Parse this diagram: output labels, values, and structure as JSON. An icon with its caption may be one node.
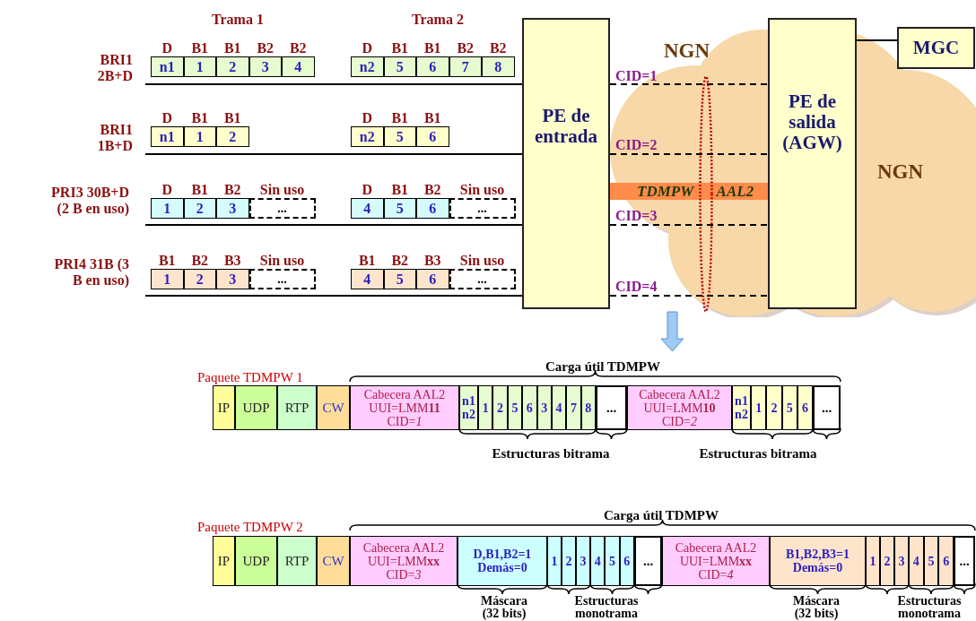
{
  "diagram": {
    "nodes": [
      {
        "text": [
          "D",
          "n1"
        ]
      },
      {
        "text": [
          "B1",
          "1"
        ]
      },
      {
        "text": [
          "B1",
          "2"
        ]
      },
      {
        "text": [
          "B2",
          "3"
        ]
      },
      {
        "text": [
          "B2",
          "4"
        ]
      },
      {
        "text": [
          "D",
          "n2"
        ]
      },
      {
        "text": [
          "B1",
          "5"
        ]
      },
      {
        "text": [
          "B1",
          "6"
        ]
      },
      {
        "text": [
          "B2",
          "7"
        ]
      },
      {
        "text": [
          "B2",
          "8"
        ]
      },
      {
        "text": [
          "D",
          "n1"
        ]
      },
      {
        "text": [
          "B1",
          "1"
        ]
      },
      {
        "text": [
          "B1",
          "2"
        ]
      },
      {
        "text": [
          "D",
          "n2"
        ]
      },
      {
        "text": [
          "B1",
          "5"
        ]
      },
      {
        "text": [
          "B1",
          "6"
        ]
      },
      {
        "text": [
          "D",
          "1"
        ]
      },
      {
        "text": [
          "B1",
          "2"
        ]
      },
      {
        "text": [
          "B2",
          "3"
        ]
      },
      {
        "text": [
          "Sin uso",
          "..."
        ]
      },
      {
        "text": [
          "D",
          "4"
        ]
      },
      {
        "text": [
          "B1",
          "5"
        ]
      },
      {
        "text": [
          "B2",
          "6"
        ]
      },
      {
        "text": [
          "Sin uso",
          "..."
        ]
      },
      {
        "text": [
          "B1",
          "1"
        ]
      },
      {
        "text": [
          "B2",
          "2"
        ]
      },
      {
        "text": [
          "B3",
          "3"
        ]
      },
      {
        "text": [
          "Sin uso",
          "..."
        ]
      },
      {
        "text": [
          "B1",
          "4"
        ]
      },
      {
        "text": [
          "B2",
          "5"
        ]
      },
      {
        "text": [
          "B3",
          "6"
        ]
      },
      {
        "text": [
          "Sin uso",
          "..."
        ]
      },
      {
        "text": [
          "PE de entrada"
        ]
      },
      {
        "text": [
          "NGN",
          "NGN"
        ]
      },
      {
        "text": [
          "PE de salida (AGW)"
        ],
        "in": 33
      },
      {
        "text": [
          "MGC"
        ],
        "in": 33
      },
      {
        "text": [
          "TDMPW AAL2"
        ],
        "in": 33
      },
      {
        "text": [
          "IP"
        ]
      },
      {
        "text": [
          "UDP"
        ]
      },
      {
        "text": [
          "RTP"
        ]
      },
      {
        "text": [
          "CW"
        ]
      },
      {
        "text": [
          "Cabecera AAL2",
          "UUI=LMM**11**",
          "CID=*1*"
        ]
      },
      {
        "text": [
          "n1 n2"
        ]
      },
      {
        "text": [
          "1"
        ]
      },
      {
        "text": [
          "2"
        ]
      },
      {
        "text": [
          "5"
        ]
      },
      {
        "text": [
          "6"
        ]
      },
      {
        "text": [
          "3"
        ]
      },
      {
        "text": [
          "4"
        ]
      },
      {
        "text": [
          "7"
        ]
      },
      {
        "text": [
          "8"
        ]
      },
      {
        "text": [
          "..."
        ]
      },
      {
        "text": [
          "Cabecera AAL2",
          "UUI=LMM**10**",
          "CID=*2*"
        ]
      },
      {
        "text": [
          "n1 n2"
        ]
      },
      {
        "text": [
          "1"
        ]
      },
      {
        "text": [
          "2"
        ]
      },
      {
        "text": [
          "5"
        ]
      },
      {
        "text": [
          "6"
        ]
      },
      {
        "text": [
          "..."
        ]
      },
      {
        "text": [
          "IP"
        ]
      },
      {
        "text": [
          "UDP"
        ]
      },
      {
        "text": [
          "RTP"
        ]
      },
      {
        "text": [
          "CW"
        ]
      },
      {
        "text": [
          "Cabecera AAL2",
          "UUI=LMM**xx**",
          "CID=*3*"
        ]
      },
      {
        "text": [
          "D,B1,B2=1 Demás=0"
        ]
      },
      {
        "text": [
          "1"
        ]
      },
      {
        "text": [
          "2"
        ]
      },
      {
        "text": [
          "3"
        ]
      },
      {
        "text": [
          "4"
        ]
      },
      {
        "text": [
          "5"
        ]
      },
      {
        "text": [
          "6"
        ]
      },
      {
        "text": [
          "..."
        ]
      },
      {
        "text": [
          "Cabecera AAL2",
          "UUI=LMM**xx**",
          "CID=*4*"
        ]
      },
      {
        "text": [
          "B1,B2,B3=1 Demás=0"
        ]
      },
      {
        "text": [
          "1"
        ]
      },
      {
        "text": [
          "2"
        ]
      },
      {
        "text": [
          "3"
        ]
      },
      {
        "text": [
          "4"
        ]
      },
      {
        "text": [
          "5"
        ]
      },
      {
        "text": [
          "6"
        ]
      },
      {
        "text": [
          "..."
        ]
      },
      {
        "text": [],
        "shape": "ellipse",
        "in": 33
      }
    ],
    "edges": [
      {
        "from": 0,
        "to": 32,
        "arrow": "none"
      },
      {
        "from": 10,
        "to": 32,
        "arrow": "none"
      },
      {
        "from": 16,
        "to": 32,
        "arrow": "none"
      },
      {
        "from": 24,
        "to": 32,
        "arrow": "none"
      },
      {
        "from": 32,
        "to": 34,
        "arrow": "none",
        "label": "CID=1",
        "style": "dashed"
      },
      {
        "from": 32,
        "to": 34,
        "arrow": "none",
        "label": "CID=2",
        "style": "dashed"
      },
      {
        "from": 32,
        "to": 34,
        "arrow": "none",
        "label": "CID=3",
        "style": "dashed"
      },
      {
        "from": 32,
        "to": 34,
        "arrow": "none",
        "label": "CID=4",
        "style": "dashed"
      },
      {
        "from": 34,
        "to": 35,
        "arrow": "none"
      }
    ],
    "labels": [
      "Trama 1",
      "Trama 2",
      "BRI1 2B+D",
      "BRI1 1B+D",
      "PRI3 30B+D (2 B en uso)",
      "PRI4 31B (3 B en uso)",
      "Paquete TDMPW 1",
      "Carga útil TDMPW",
      "Estructuras bitrama",
      "Estructuras bitrama",
      "Paquete TDMPW 2",
      "Carga útil TDMPW",
      "Máscara (32 bits)",
      "Estructuras monotrama",
      "Máscara (32 bits)",
      "Estructuras monotrama"
    ]
  }
}
